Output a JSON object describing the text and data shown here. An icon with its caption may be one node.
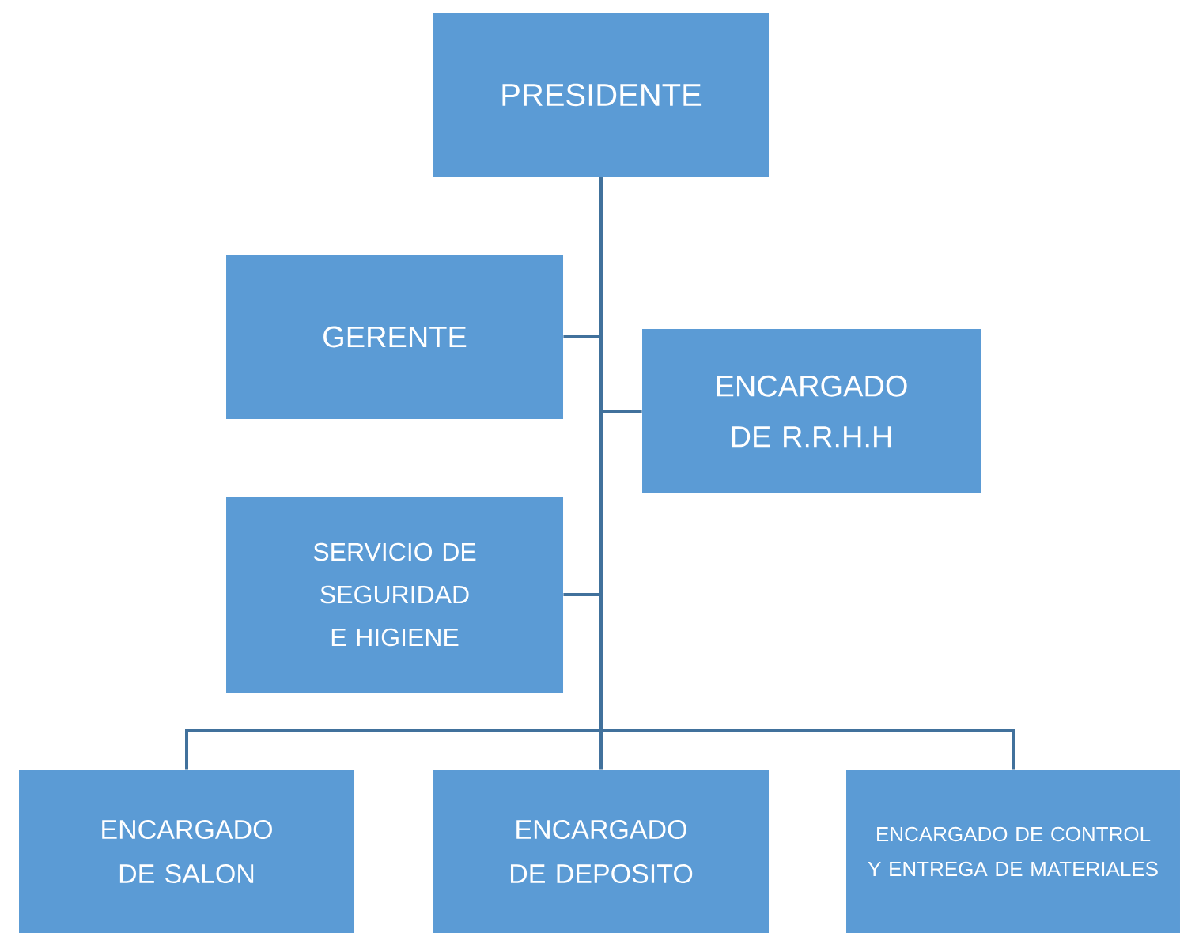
{
  "diagram": {
    "nodes": [
      {
        "text": [
          "PRESIDENTE"
        ]
      },
      {
        "text": [
          "GERENTE"
        ]
      },
      {
        "text": [
          "ENCARGADO DE R.R.H.H"
        ]
      },
      {
        "text": [
          "SERVICIO DE SEGURIDAD E HIGIENE"
        ]
      },
      {
        "text": [
          "ENCARGADO DE SALON"
        ]
      },
      {
        "text": [
          "ENCARGADO DE DEPOSITO"
        ]
      },
      {
        "text": [
          "ENCARGADO DE CONTROL Y ENTREGA DE MATERIALES"
        ]
      }
    ],
    "edges": [
      {
        "from": 0,
        "to": 1,
        "arrow": "none"
      },
      {
        "from": 0,
        "to": 2,
        "arrow": "none"
      },
      {
        "from": 0,
        "to": 3,
        "arrow": "none"
      },
      {
        "from": 0,
        "to": 4,
        "arrow": "none"
      },
      {
        "from": 0,
        "to": 5,
        "arrow": "none"
      },
      {
        "from": 0,
        "to": 6,
        "arrow": "none"
      }
    ]
  }
}
